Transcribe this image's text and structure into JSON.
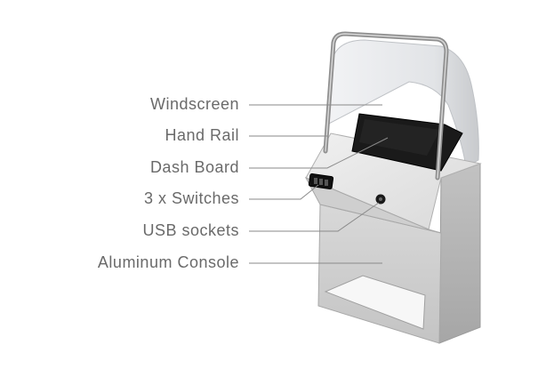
{
  "labels": [
    {
      "id": "windscreen",
      "text": "Windscreen"
    },
    {
      "id": "hand-rail",
      "text": "Hand Rail"
    },
    {
      "id": "dash-board",
      "text": "Dash Board"
    },
    {
      "id": "switches",
      "text": "3 x Switches"
    },
    {
      "id": "usb-sockets",
      "text": "USB sockets"
    },
    {
      "id": "aluminum-console",
      "text": "Aluminum Console"
    }
  ],
  "colors": {
    "label_text": "#6a6a6a",
    "leader_line": "#8a8a8a",
    "console_side": "#b4b4b4",
    "console_front": "#d2d2d2",
    "console_top": "#e4e4e4",
    "dashboard": "#1a1a1a",
    "windscreen": "#e8eaec",
    "rail": "#9a9a9a"
  }
}
